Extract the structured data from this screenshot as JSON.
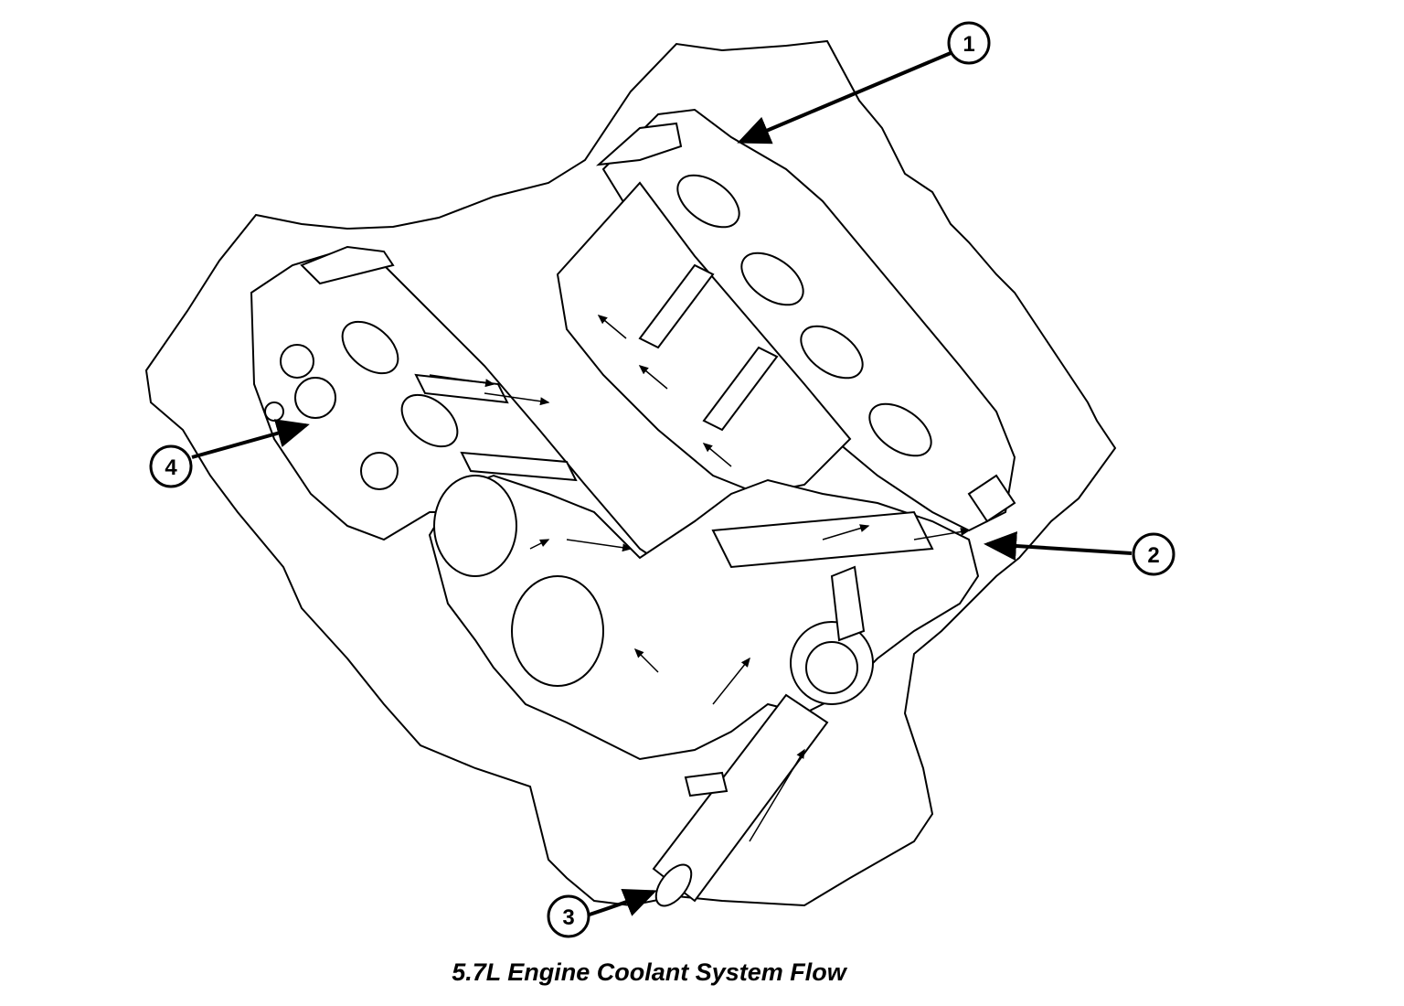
{
  "caption": "5.7L Engine Coolant System Flow",
  "callouts": [
    {
      "id": "1",
      "label": "1"
    },
    {
      "id": "2",
      "label": "2"
    },
    {
      "id": "3",
      "label": "3"
    },
    {
      "id": "4",
      "label": "4"
    }
  ],
  "colors": {
    "line": "#000000",
    "background": "#ffffff"
  }
}
